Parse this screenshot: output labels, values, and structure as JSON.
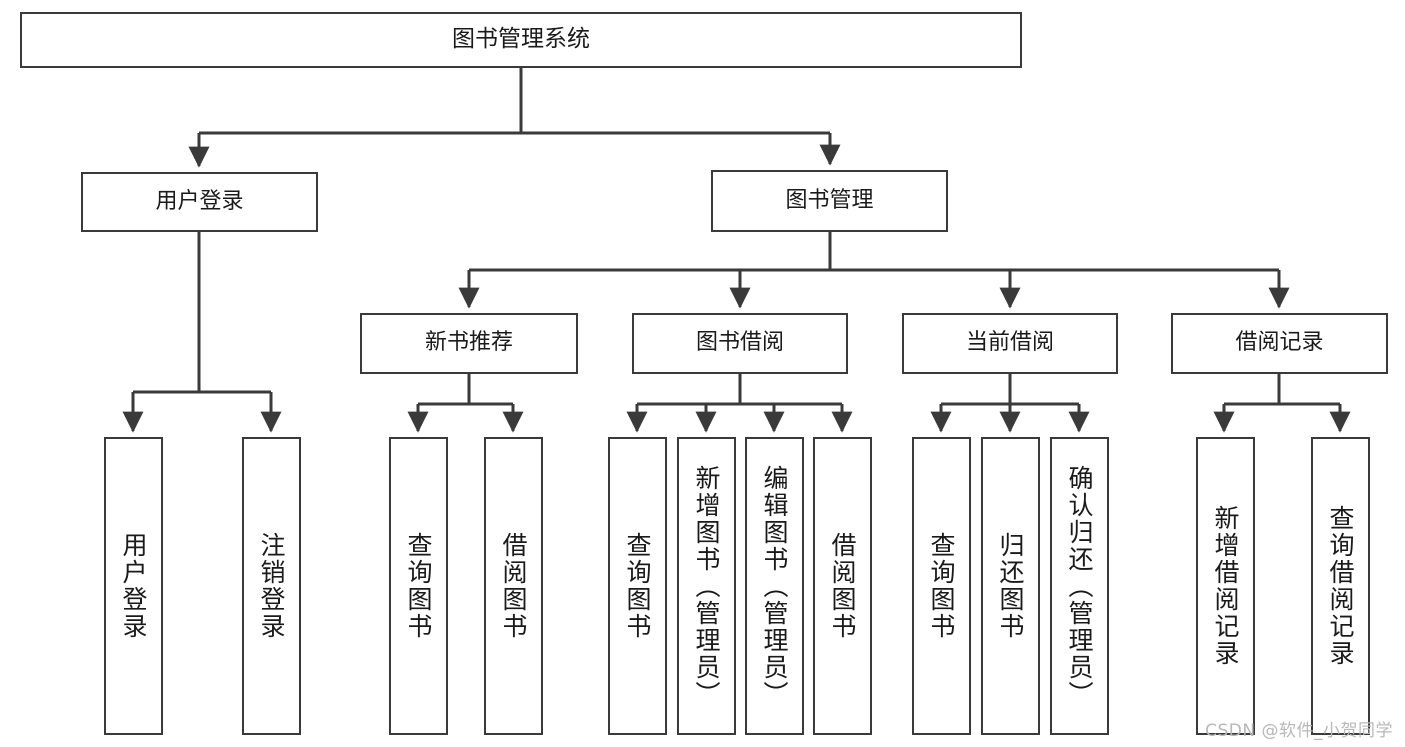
{
  "diagram": {
    "title": "图书管理系统",
    "background_color": "#ffffff",
    "line_color": "#3a3a3a",
    "text_color": "#1a1a1a"
  },
  "nodes": {
    "root": {
      "label": "图书管理系统"
    },
    "level1": [
      {
        "id": "user-login",
        "label": "用户登录"
      },
      {
        "id": "book-management",
        "label": "图书管理"
      }
    ],
    "level2": [
      {
        "id": "new-book-recommend",
        "label": "新书推荐"
      },
      {
        "id": "book-borrow",
        "label": "图书借阅"
      },
      {
        "id": "current-borrow",
        "label": "当前借阅"
      },
      {
        "id": "borrow-record",
        "label": "借阅记录"
      }
    ],
    "leaves": {
      "user-login": [
        {
          "id": "leaf-user-login",
          "label": "用户登录"
        },
        {
          "id": "leaf-logout-login",
          "label": "注销登录"
        }
      ],
      "new-book-recommend": [
        {
          "id": "leaf-query-book-1",
          "label": "查询图书"
        },
        {
          "id": "leaf-borrow-book-1",
          "label": "借阅图书"
        }
      ],
      "book-borrow": [
        {
          "id": "leaf-query-book-2",
          "label": "查询图书"
        },
        {
          "id": "leaf-add-book",
          "label": "新增图书（管理员）"
        },
        {
          "id": "leaf-edit-book",
          "label": "编辑图书（管理员）"
        },
        {
          "id": "leaf-borrow-book-2",
          "label": "借阅图书"
        }
      ],
      "current-borrow": [
        {
          "id": "leaf-query-book-3",
          "label": "查询图书"
        },
        {
          "id": "leaf-return-book",
          "label": "归还图书"
        },
        {
          "id": "leaf-confirm-return",
          "label": "确认归还（管理员）"
        }
      ],
      "borrow-record": [
        {
          "id": "leaf-add-record",
          "label": "新增借阅记录"
        },
        {
          "id": "leaf-query-record",
          "label": "查询借阅记录"
        }
      ]
    }
  },
  "watermark": {
    "text": "CSDN @软件_小贺同学"
  }
}
